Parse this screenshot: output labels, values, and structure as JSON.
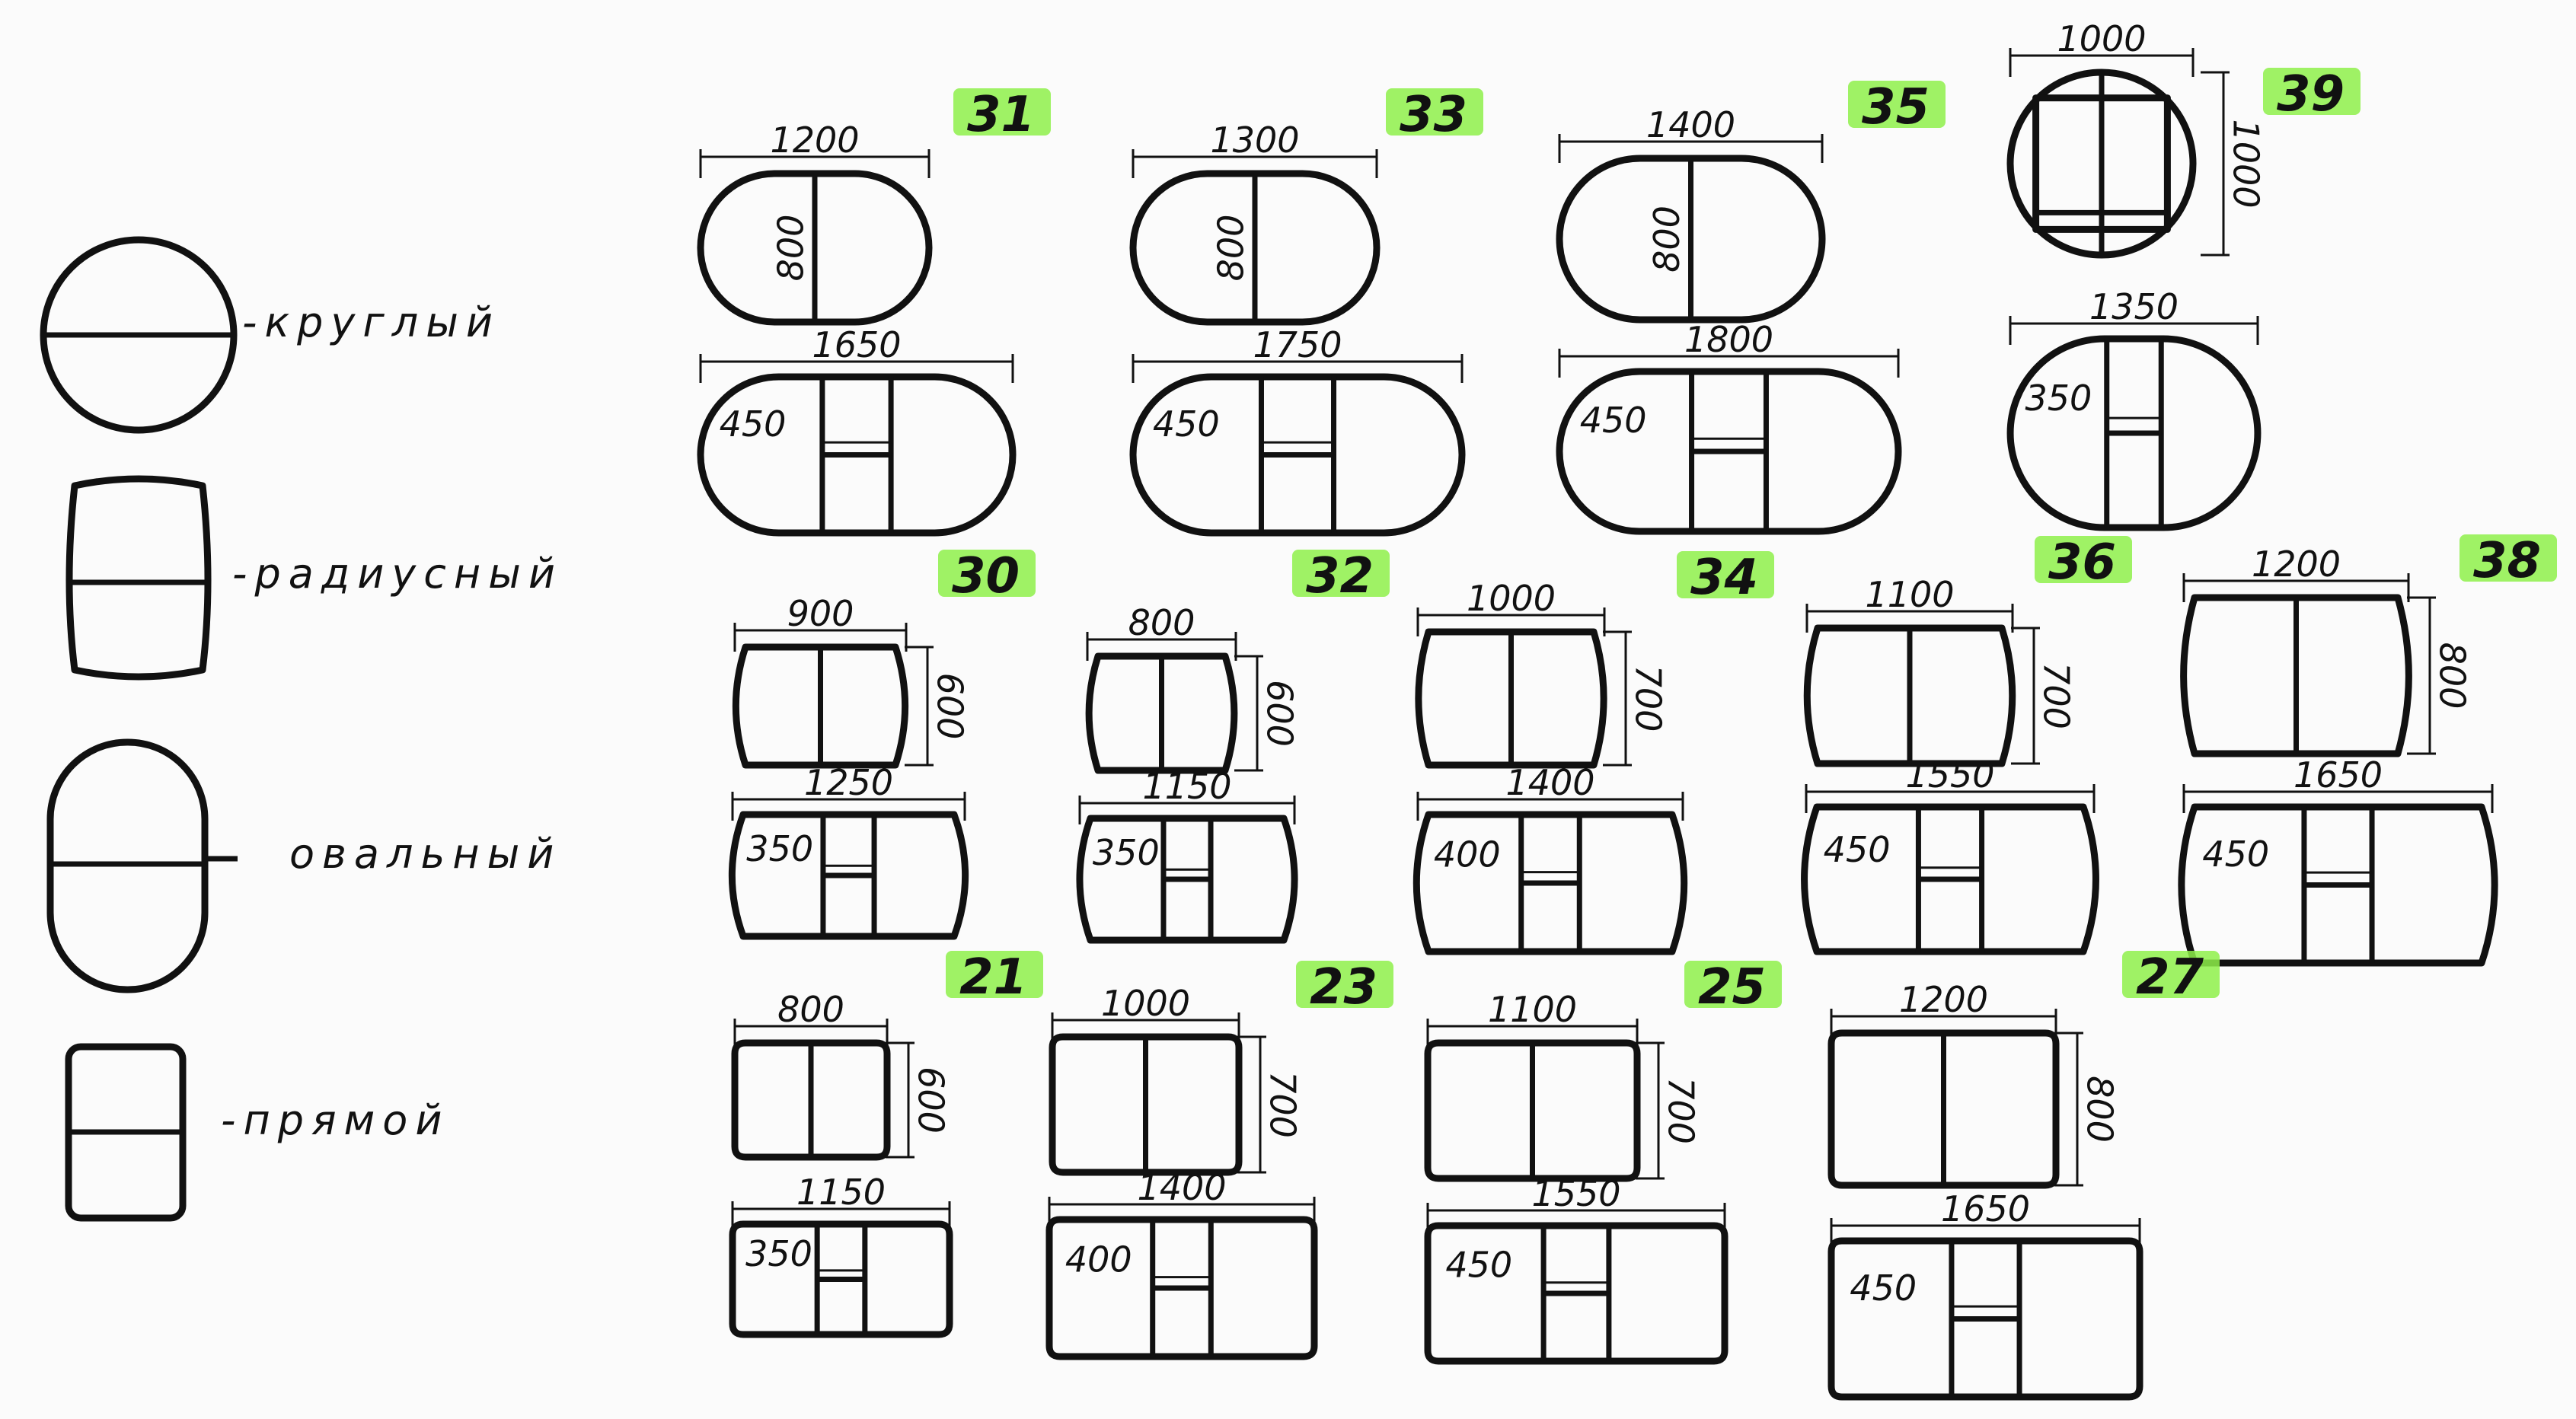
{
  "legend": [
    {
      "shape": "round",
      "label": "-круглый"
    },
    {
      "shape": "radius",
      "label": "-радиусный"
    },
    {
      "shape": "oval",
      "label": "овальный"
    },
    {
      "shape": "straight",
      "label": "-прямой"
    }
  ],
  "highlight_color": "#8ef04a",
  "tables": [
    {
      "id": "31",
      "shape": "oval",
      "width": "1200",
      "depth": "800",
      "ext_width": "1650",
      "insert": "450"
    },
    {
      "id": "33",
      "shape": "oval",
      "width": "1300",
      "depth": "800",
      "ext_width": "1750",
      "insert": "450"
    },
    {
      "id": "35",
      "shape": "oval",
      "width": "1400",
      "depth": "800",
      "ext_width": "1800",
      "insert": "450"
    },
    {
      "id": "39",
      "shape": "round",
      "width": "1000",
      "depth": "1000",
      "ext_width": "1350",
      "insert": "350"
    },
    {
      "id": "30",
      "shape": "radius",
      "width": "900",
      "depth": "600",
      "ext_width": "1250",
      "insert": "350"
    },
    {
      "id": "32",
      "shape": "radius",
      "width": "800",
      "depth": "600",
      "ext_width": "1150",
      "insert": "350"
    },
    {
      "id": "34",
      "shape": "radius",
      "width": "1000",
      "depth": "700",
      "ext_width": "1400",
      "insert": "400"
    },
    {
      "id": "36",
      "shape": "radius",
      "width": "1100",
      "depth": "700",
      "ext_width": "1550",
      "insert": "450"
    },
    {
      "id": "38",
      "shape": "radius",
      "width": "1200",
      "depth": "800",
      "ext_width": "1650",
      "insert": "450"
    },
    {
      "id": "21",
      "shape": "straight",
      "width": "800",
      "depth": "600",
      "ext_width": "1150",
      "insert": "350"
    },
    {
      "id": "23",
      "shape": "straight",
      "width": "1000",
      "depth": "700",
      "ext_width": "1400",
      "insert": "400"
    },
    {
      "id": "25",
      "shape": "straight",
      "width": "1100",
      "depth": "700",
      "ext_width": "1550",
      "insert": "450"
    },
    {
      "id": "27",
      "shape": "straight",
      "width": "1200",
      "depth": "800",
      "ext_width": "1650",
      "insert": "450"
    }
  ]
}
